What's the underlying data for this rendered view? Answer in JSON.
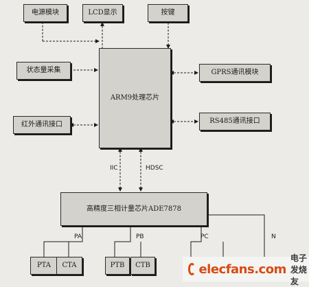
{
  "blocks": {
    "power": "电源模块",
    "lcd": "LCD显示",
    "keys": "按键",
    "status": "状态量采集",
    "infrared": "红外通讯接口",
    "arm": "ARM9处理芯片",
    "gprs": "GPRS通讯模块",
    "rs485": "RS485通讯接口",
    "ade": "高精度三相计量芯片ADE7878",
    "pta": "PTA",
    "cta": "CTA",
    "ptb": "PTB",
    "ctb": "CTB"
  },
  "links": {
    "iic": "IIC",
    "hdsc": "HDSC",
    "pa": "PA",
    "pb": "PB",
    "pc": "PC",
    "n": "N"
  },
  "watermark": {
    "main": "elecfans.com",
    "sub": "电子发烧友"
  }
}
